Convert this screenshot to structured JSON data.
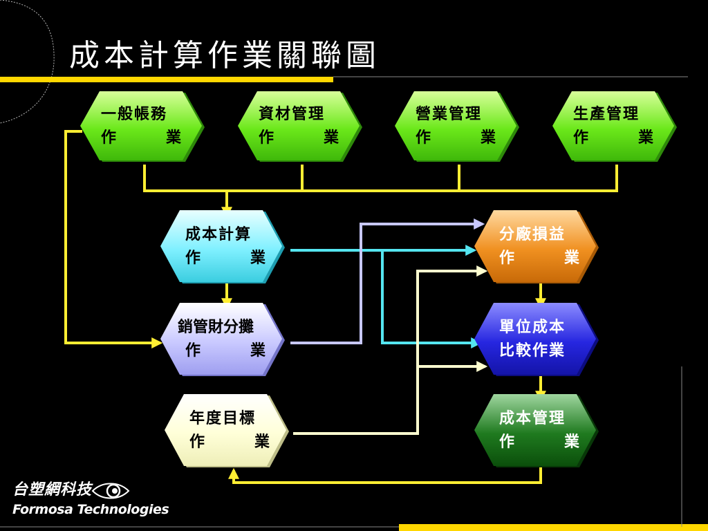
{
  "title": "成本計算作業關聯圖",
  "nodes": {
    "general_accounting": {
      "line1": "一般帳務",
      "line2a": "作",
      "line2b": "業"
    },
    "materials": {
      "line1": "資材管理",
      "line2a": "作",
      "line2b": "業"
    },
    "sales": {
      "line1": "營業管理",
      "line2a": "作",
      "line2b": "業"
    },
    "production": {
      "line1": "生產管理",
      "line2a": "作",
      "line2b": "業"
    },
    "cost_calc": {
      "line1": "成本計算",
      "line2a": "作",
      "line2b": "業"
    },
    "sales_admin_alloc": {
      "line1": "銷管財分攤",
      "line2a": "作",
      "line2b": "業"
    },
    "annual_target": {
      "line1": "年度目標",
      "line2a": "作",
      "line2b": "業"
    },
    "plant_pl": {
      "line1": "分廠損益",
      "line2a": "作",
      "line2b": "業"
    },
    "unit_cost": {
      "line1": "單位成本",
      "line2": "比較作業"
    },
    "cost_mgmt": {
      "line1": "成本管理",
      "line2a": "作",
      "line2b": "業"
    }
  },
  "logo": {
    "cn": "台塑網科技",
    "en": "Formosa Technologies"
  },
  "colors": {
    "background": "#000000",
    "accent_yellow": "#FFD700",
    "connector_yellow": "#FFEE33",
    "connector_cyan": "#55E5F0",
    "connector_lavender": "#C8C8FF",
    "connector_cream": "#FFFFD0"
  }
}
